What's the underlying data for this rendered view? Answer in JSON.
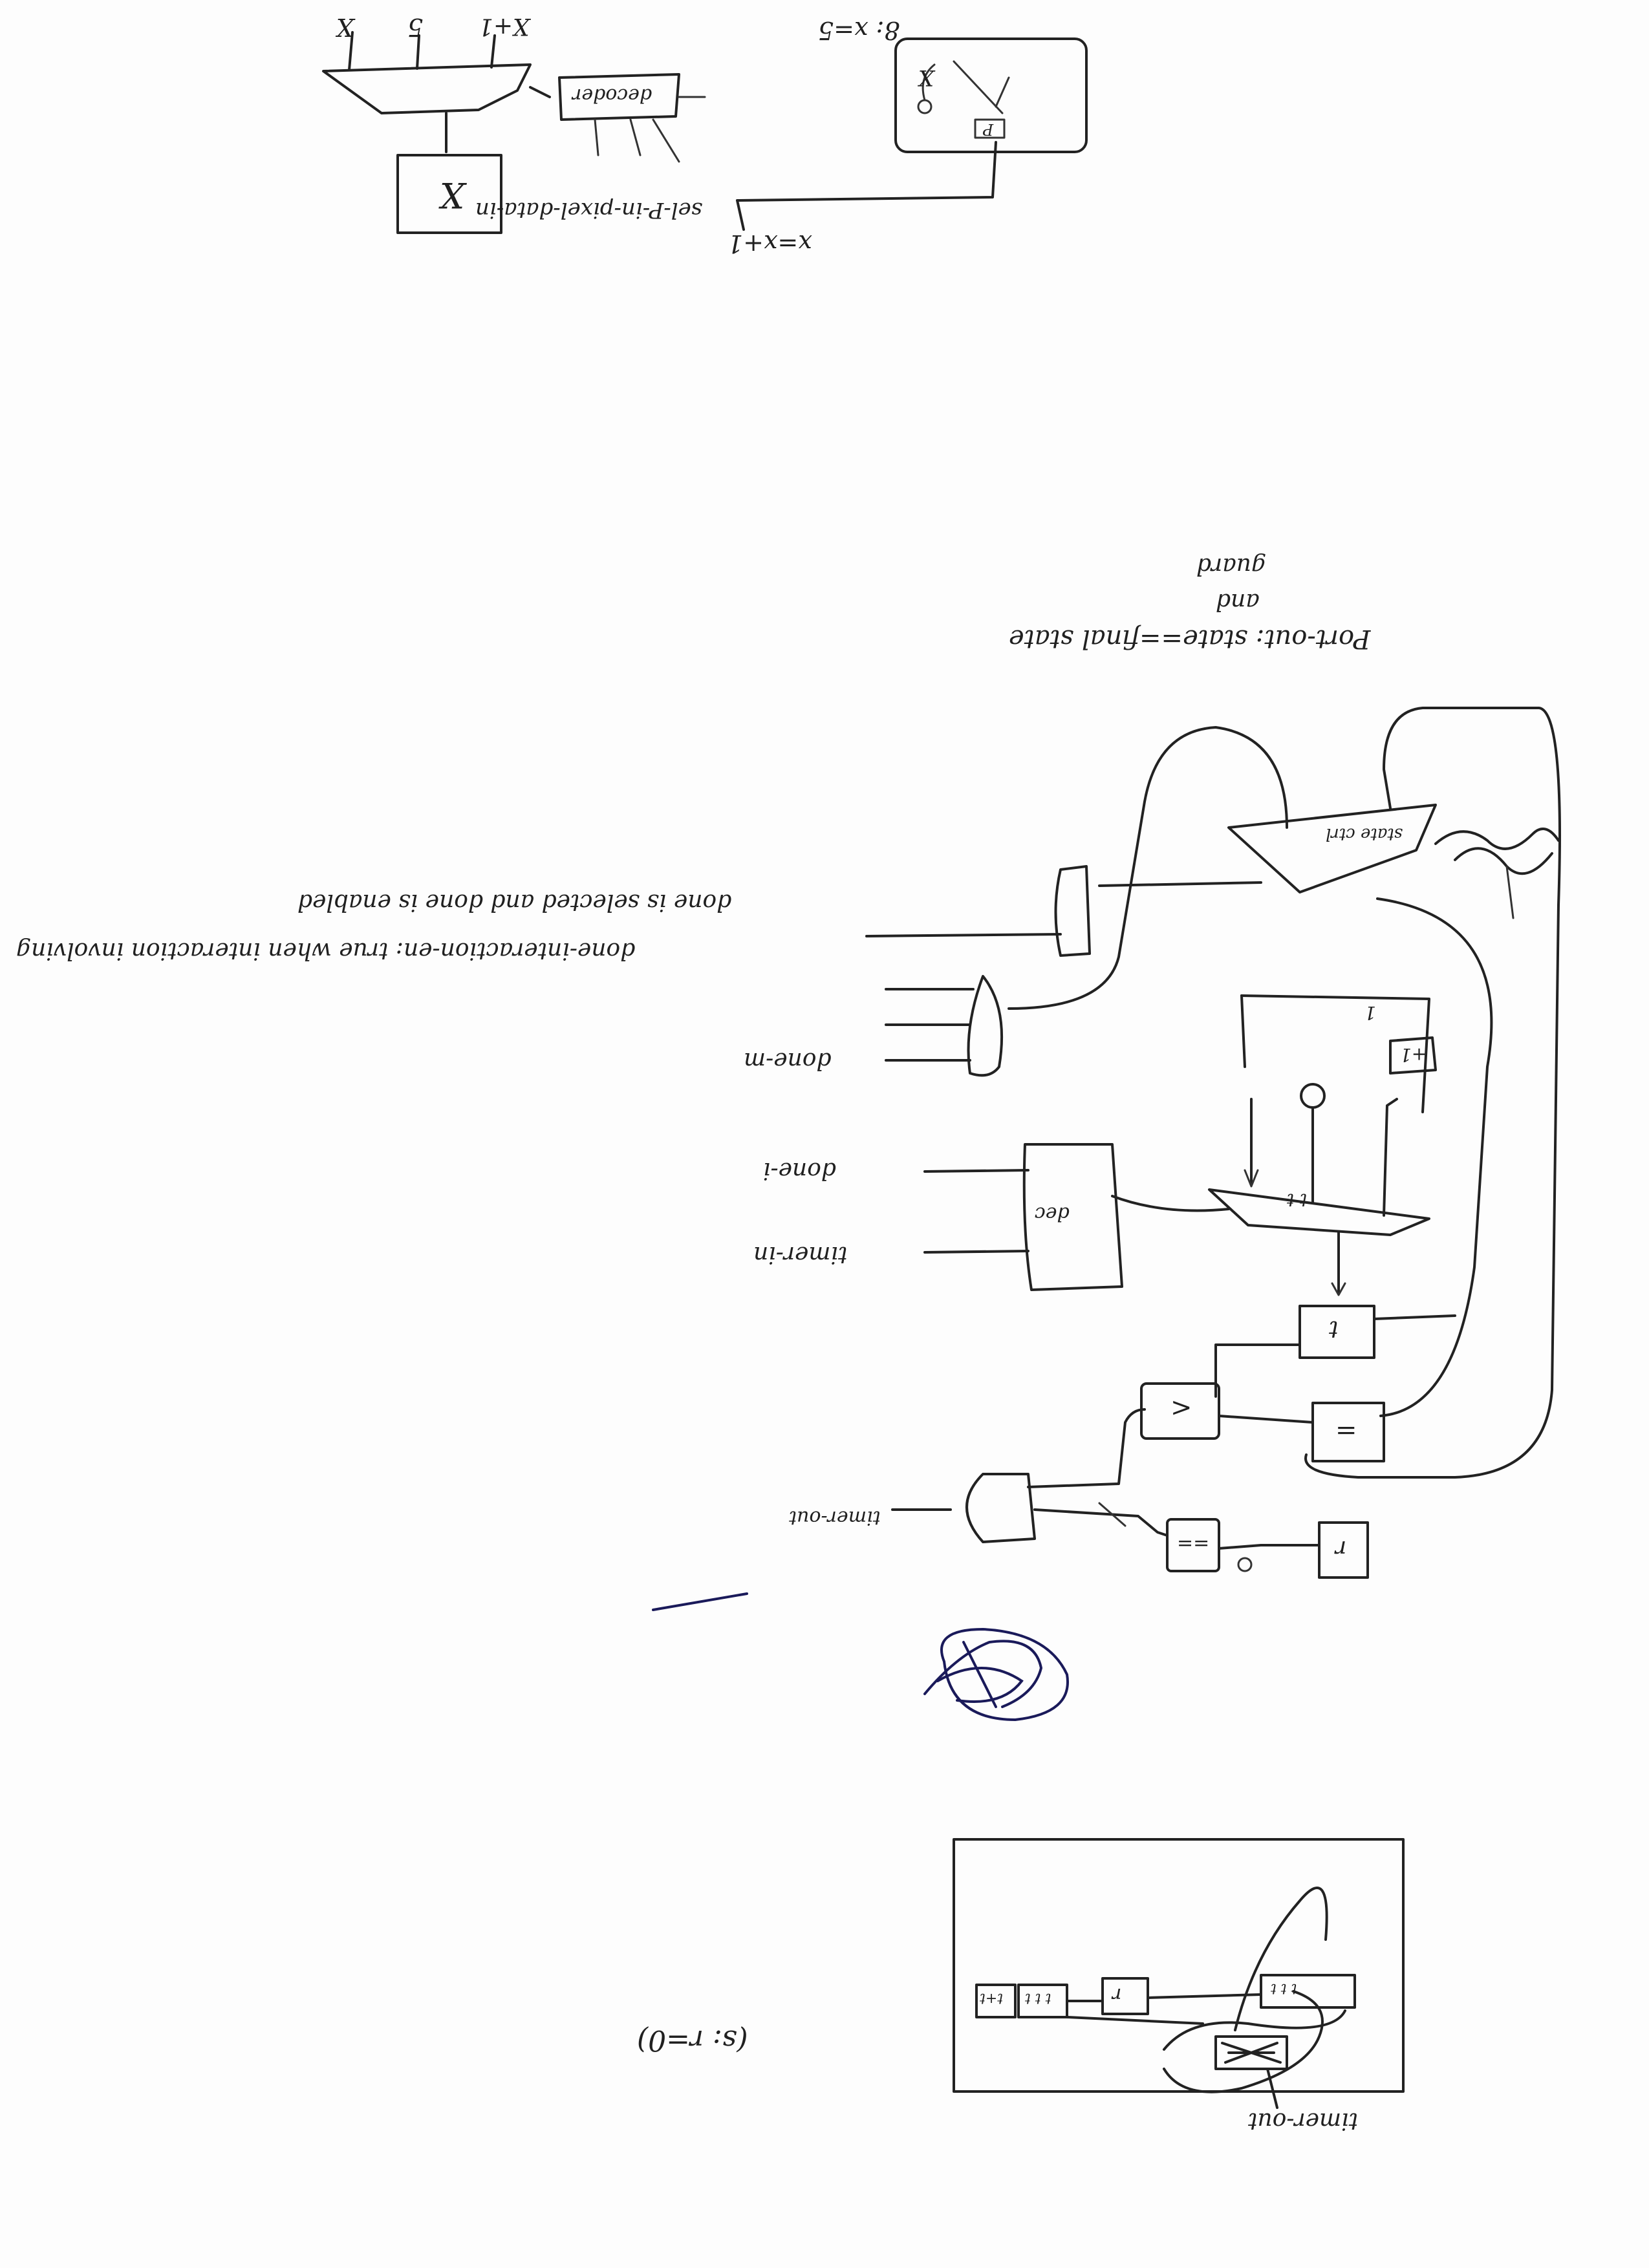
{
  "sheet": {
    "top_fragment": {
      "mux_inputs": [
        "X",
        "5",
        "X+1"
      ],
      "decoder_label": "decoder",
      "reg_label": "X",
      "select_label": "sel-P-in-pixel-data-in",
      "assign_x1": "x=x+1",
      "cond_label": "8: x=5",
      "fsm_state_text": "X",
      "fsm_other": "P"
    },
    "note": {
      "line1": "Port-out: state==final state",
      "line2": "and",
      "line3": "guard"
    },
    "main_diagram": {
      "mux_top_label": "state ctrl",
      "done_interaction_label": "done-interaction-en: true when interaction involving",
      "done_interaction_label_2": "done is selected and done is enabled",
      "done_m_label": "done-m",
      "done_i_label": "done-i",
      "timer_in_label": "timer-in",
      "dec_label": "dec",
      "mux_mid_label": "t  t",
      "reg_label": "t",
      "lt_label": "<",
      "neq_label": "=",
      "eq0_label": "==",
      "zero_label": "0",
      "reg_r_label": "r",
      "timer_out_label": "timer-out",
      "plus1": "+1",
      "one": "1"
    },
    "bottom_box": {
      "cells": [
        "t+t",
        "r",
        "t t t",
        "t t t"
      ],
      "timer_out_label": "timer-out",
      "state_label": "(s: r=0)"
    }
  }
}
